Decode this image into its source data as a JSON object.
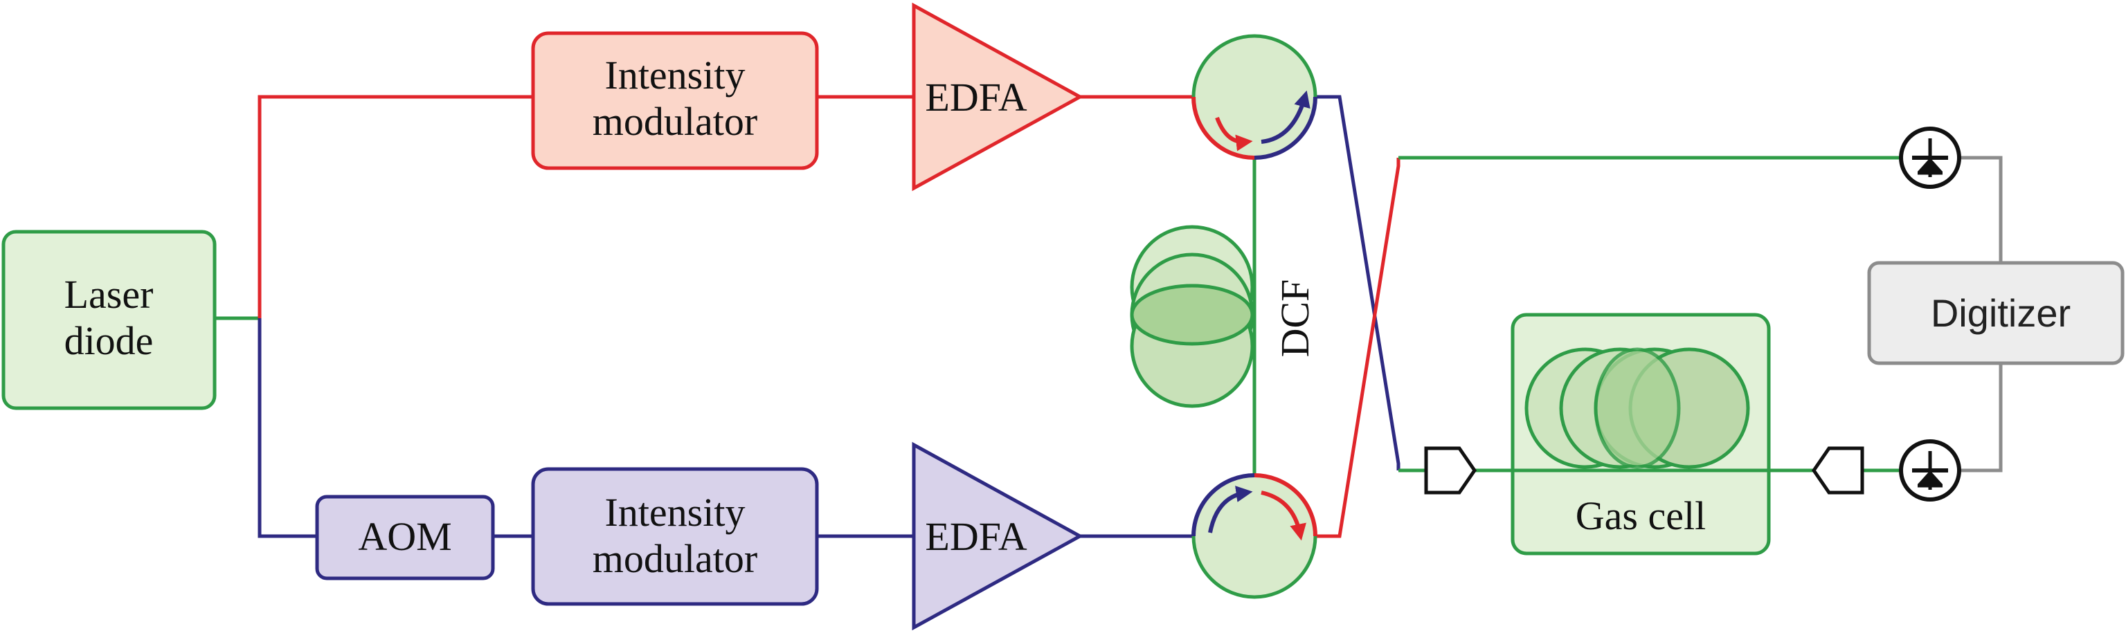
{
  "blocks": {
    "laser": {
      "line1": "Laser",
      "line2": "diode"
    },
    "im_top": {
      "line1": "Intensity",
      "line2": "modulator"
    },
    "im_bottom": {
      "line1": "Intensity",
      "line2": "modulator"
    },
    "aom": {
      "label": "AOM"
    },
    "edfa_top": {
      "label": "EDFA"
    },
    "edfa_bottom": {
      "label": "EDFA"
    },
    "dcf": {
      "label": "DCF"
    },
    "gas_cell": {
      "label": "Gas cell"
    },
    "digitizer": {
      "label": "Digitizer"
    }
  },
  "colors": {
    "red_path": "#e0262b",
    "blue_path": "#2e2a82",
    "green_path": "#2f9c47",
    "gray_wire": "#8c8c8c",
    "laser_fill": "#e2f1d8",
    "im_top_fill": "#fbd6c9",
    "purple_fill": "#d8d2ea",
    "circ_fill": "#d9ebcc",
    "digitizer_fill": "#ededed"
  }
}
